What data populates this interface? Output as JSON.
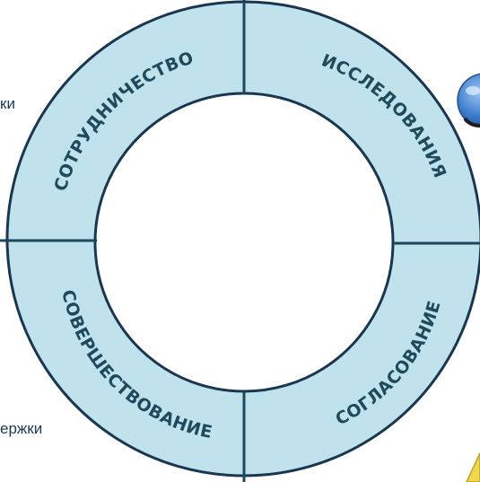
{
  "diagram": {
    "segments": [
      {
        "label": "СОТРУДНИЧЕСТВО"
      },
      {
        "label": "ИССЛЕДОВАНИЯ"
      },
      {
        "label": "СОГЛАСОВАНИЕ"
      },
      {
        "label": "СОВЕРШЕСТВОВАНИЕ"
      }
    ],
    "side_text_left_top": "ки",
    "side_text_left_bottom": "ержки"
  },
  "colors": {
    "ring_fill": "#bfe2ec",
    "ring_stroke": "#1b3650",
    "divider": "#1b4a5e",
    "label": "#1f4a5c",
    "background": "#ffffff"
  }
}
